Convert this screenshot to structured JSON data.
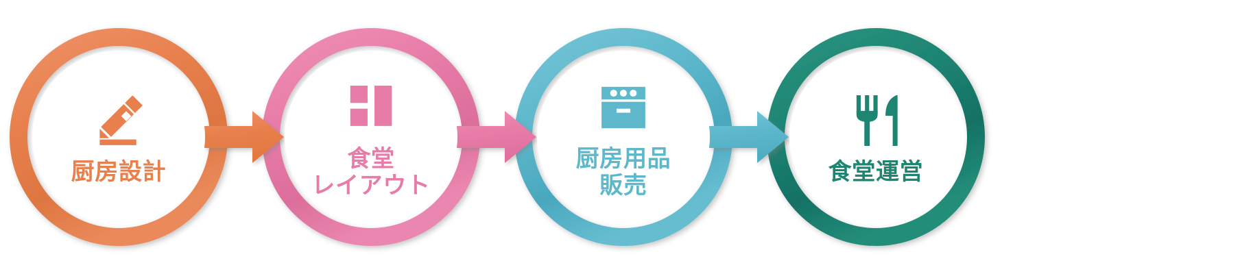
{
  "diagram": {
    "type": "process-flow",
    "orientation": "horizontal",
    "background_color": "#ffffff",
    "step_count": 4,
    "arrow_count": 3,
    "steps": [
      {
        "index": 1,
        "label": "厨房設計",
        "icon": "pencil-ruler-icon",
        "ring_color": "#E8804D",
        "ring_color_dark": "#D9703C",
        "text_color": "#E8804D",
        "icon_color": "#E8804D"
      },
      {
        "index": 2,
        "label": "食堂\nレイアウト",
        "icon": "layout-grid-icon",
        "ring_color": "#E87CA8",
        "ring_color_dark": "#D96B99",
        "text_color": "#E87CA8",
        "icon_color": "#E87CA8"
      },
      {
        "index": 3,
        "label": "厨房用品\n販売",
        "icon": "stove-oven-icon",
        "ring_color": "#5EB8CC",
        "ring_color_dark": "#4AA6BC",
        "text_color": "#5EB8CC",
        "icon_color": "#5EB8CC"
      },
      {
        "index": 4,
        "label": "食堂運営",
        "icon": "fork-knife-icon",
        "ring_color": "#1E8573",
        "ring_color_dark": "#157060",
        "text_color": "#1E8573",
        "icon_color": "#1E8573"
      }
    ],
    "arrows": [
      {
        "index": 1,
        "from": "厨房設計",
        "to": "食堂レイアウト",
        "color": "#E8804D",
        "icon": "arrow-right-icon"
      },
      {
        "index": 2,
        "from": "食堂レイアウト",
        "to": "厨房用品販売",
        "color": "#E87CA8",
        "icon": "arrow-right-icon"
      },
      {
        "index": 3,
        "from": "厨房用品販売",
        "to": "食堂運営",
        "color": "#5EB8CC",
        "icon": "arrow-right-icon"
      }
    ]
  }
}
